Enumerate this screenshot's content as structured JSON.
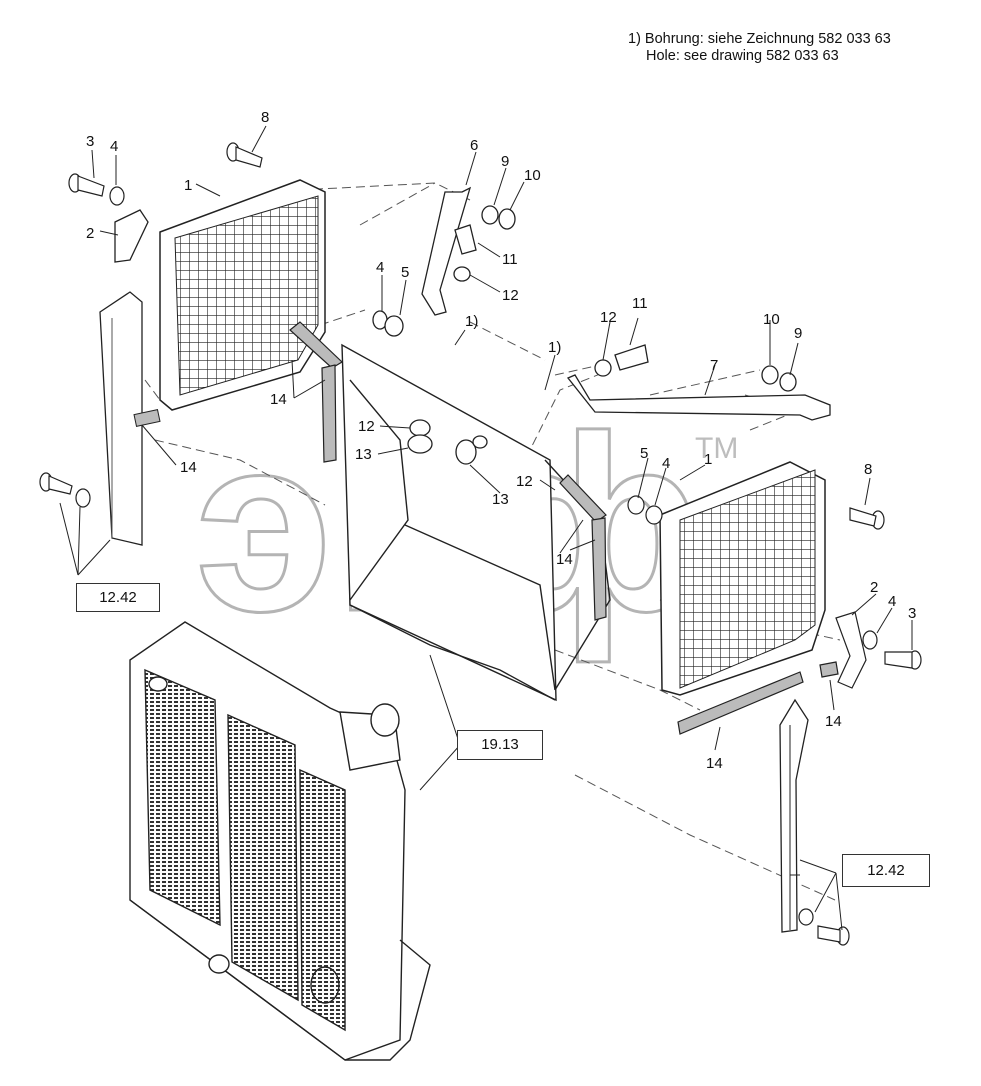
{
  "notes": {
    "line1": "1) Bohrung: siehe Zeichnung 582 033 63",
    "line2": "Hole: see drawing 582 033 63"
  },
  "watermark": {
    "text": "эпф",
    "tm": "TM"
  },
  "callouts": {
    "c3a": "3",
    "c4a": "4",
    "c8a": "8",
    "c1a": "1",
    "c2a": "2",
    "c6": "6",
    "c9a": "9",
    "c10a": "10",
    "c11a": "11",
    "c12a": "12",
    "c4b": "4",
    "c5a": "5",
    "c14a": "14",
    "c14b": "14",
    "c1note_a": "1)",
    "c1note_b": "1)",
    "c12b": "12",
    "c13a": "13",
    "c13b": "13",
    "c12c": "12",
    "c14c": "14",
    "c12d": "12",
    "c11b": "11",
    "c7": "7",
    "c10b": "10",
    "c9b": "9",
    "c5b": "5",
    "c4c": "4",
    "c1b": "1",
    "c8b": "8",
    "c2b": "2",
    "c4d": "4",
    "c3b": "3",
    "c14d": "14",
    "c14e": "14"
  },
  "refs": {
    "r1": "12.42",
    "r2": "19.13",
    "r3": "12.42"
  }
}
